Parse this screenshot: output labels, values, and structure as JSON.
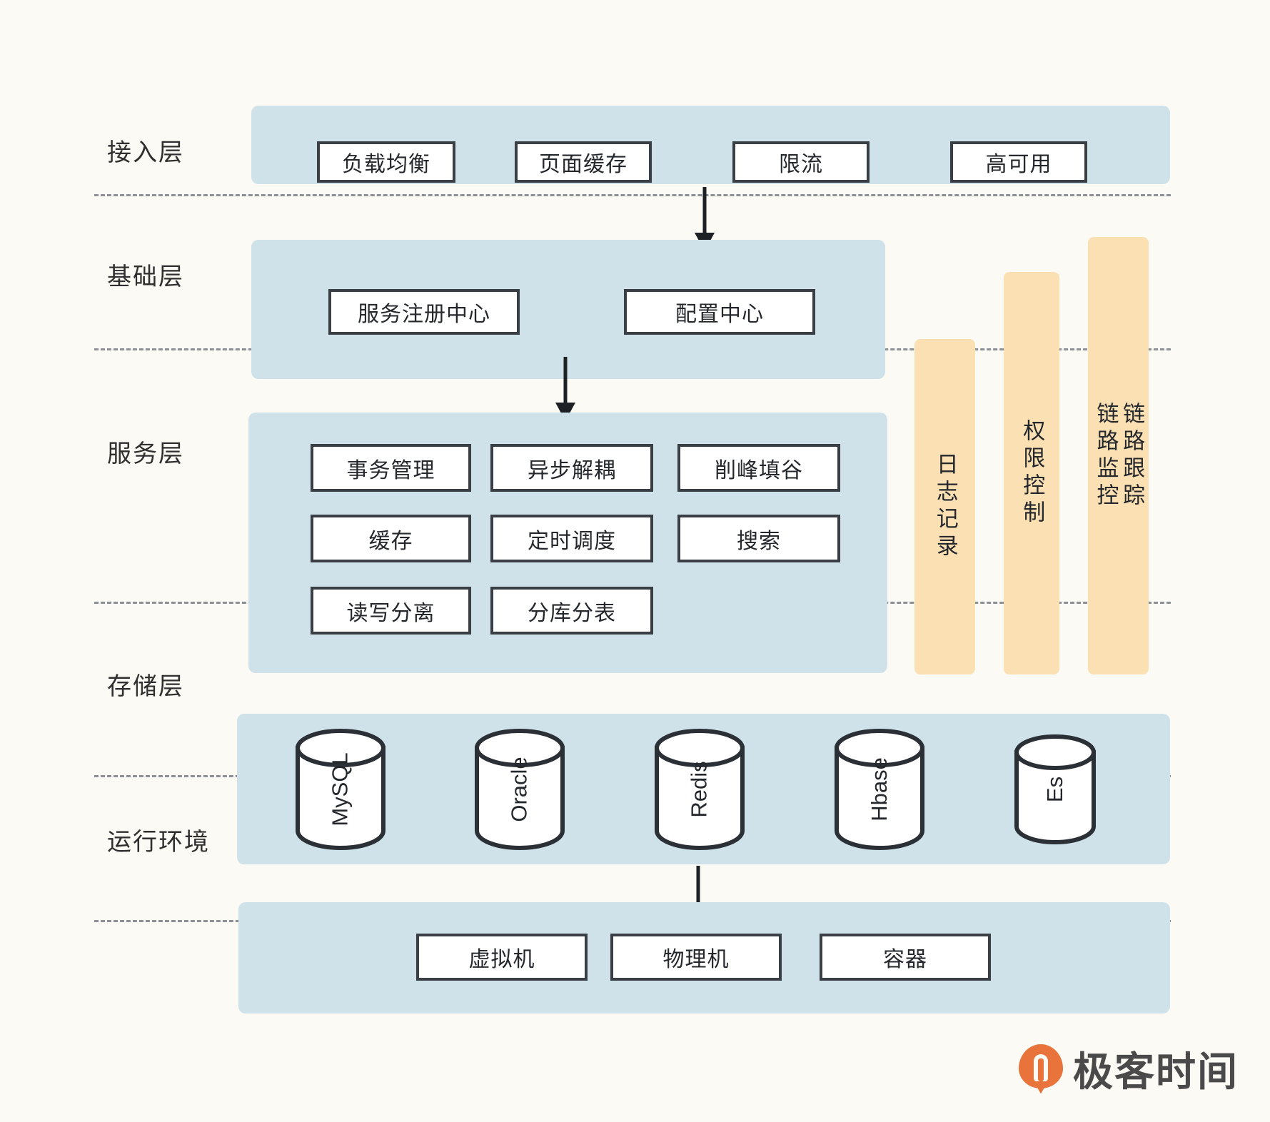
{
  "theme": {
    "background": "#fcfaf4",
    "panel_blue": "#cfe2ea",
    "bar_orange": "#fbe0b4",
    "box_border": "#3a3f45",
    "text": "#24282c",
    "separator": "#8c9095",
    "logo_orange": "#e8743b"
  },
  "rows": [
    {
      "key": "access",
      "label": "接入层"
    },
    {
      "key": "base",
      "label": "基础层"
    },
    {
      "key": "service",
      "label": "服务层"
    },
    {
      "key": "storage",
      "label": "存储层"
    },
    {
      "key": "runtime",
      "label": "运行环境"
    }
  ],
  "access_layer": {
    "label": "接入层",
    "boxes": [
      "负载均衡",
      "页面缓存",
      "限流",
      "高可用"
    ]
  },
  "base_layer": {
    "label": "基础层",
    "boxes": [
      "服务注册中心",
      "配置中心"
    ]
  },
  "service_layer": {
    "label": "服务层",
    "boxes": [
      "事务管理",
      "异步解耦",
      "削峰填谷",
      "缓存",
      "定时调度",
      "搜索",
      "读写分离",
      "分库分表"
    ]
  },
  "storage_layer": {
    "label": "存储层",
    "databases": [
      "MySQL",
      "Oracle",
      "Redis",
      "Hbase",
      "Es"
    ]
  },
  "runtime_layer": {
    "label": "运行环境",
    "boxes": [
      "虚拟机",
      "物理机",
      "容器"
    ]
  },
  "cross_cutting_bars": [
    {
      "key": "logging",
      "lines": [
        "日志记录"
      ]
    },
    {
      "key": "authz",
      "lines": [
        "权限控制"
      ]
    },
    {
      "key": "tracing",
      "lines": [
        "链路监控",
        "链路跟踪"
      ]
    }
  ],
  "arrows": [
    {
      "name": "arrow-access-to-base",
      "from": "接入层",
      "to": "基础层"
    },
    {
      "name": "arrow-base-to-service",
      "from": "基础层",
      "to": "服务层"
    },
    {
      "name": "arrow-storage-to-runtime",
      "from": "存储层",
      "to": "运行环境"
    }
  ],
  "logo": {
    "text": "极客时间"
  }
}
